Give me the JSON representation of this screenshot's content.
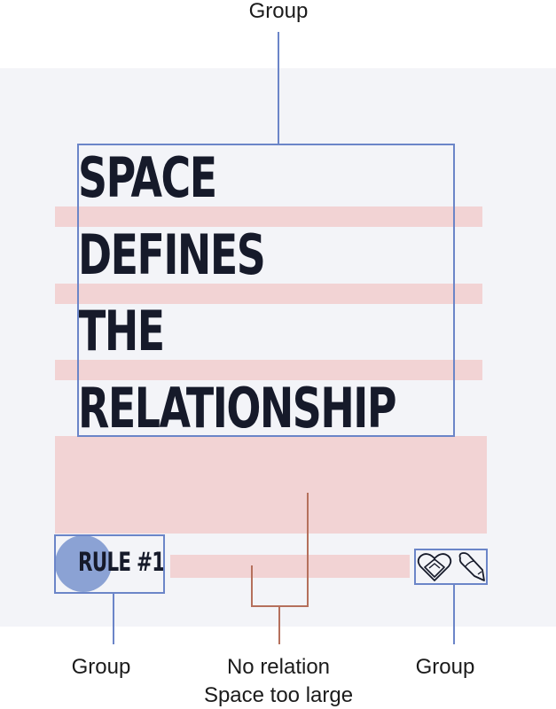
{
  "headline": {
    "lines": [
      "SPACE",
      "DEFINES",
      "THE",
      "RELATIONSHIP"
    ]
  },
  "rule_label": "RULE #1",
  "captions": {
    "top_group": "Group",
    "bottom_left_group": "Group",
    "bottom_right_group": "Group",
    "middle_line1": "No relation",
    "middle_line2": "Space too large"
  },
  "icons": {
    "heart": "heart-icon",
    "pencil": "pencil-icon"
  },
  "colors": {
    "panel_background": "#f3f4f8",
    "spacing_highlight": "#f2d3d4",
    "group_outline": "#6b85c8",
    "relation_line": "#b5705c",
    "headline_text": "#161a2a",
    "badge_circle": "#8ba2d4"
  }
}
